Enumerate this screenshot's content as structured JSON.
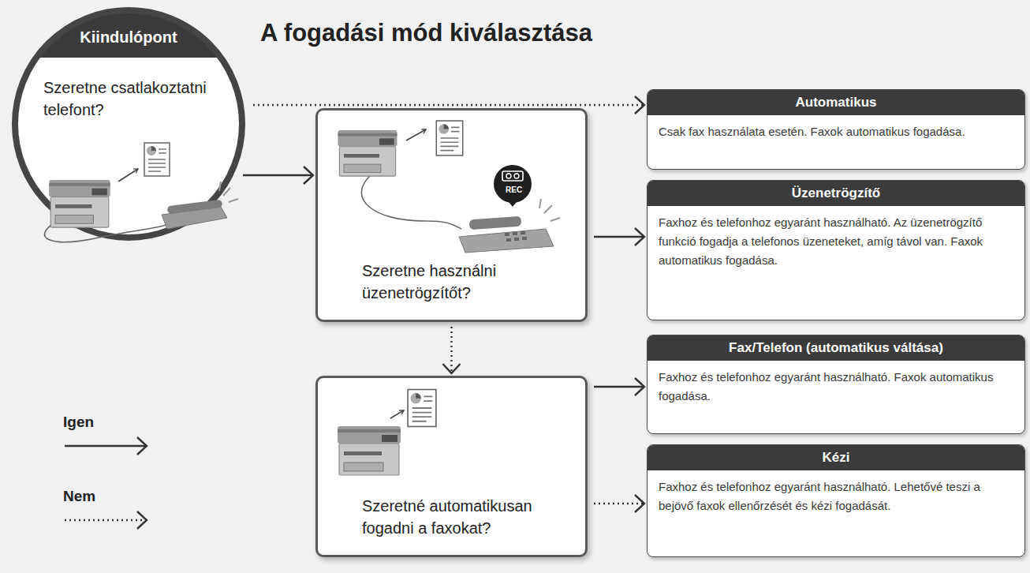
{
  "diagram": {
    "title": "A fogadási mód kiválasztása",
    "nodes": [
      {
        "text": [
          "Kiindulópont",
          "Szeretne csatlakoztatni telefont?"
        ]
      },
      {
        "text": [
          "Szeretne használni üzenetrögzítőt?"
        ]
      },
      {
        "text": [
          "Szeretné automatikusan fogadni a faxokat?"
        ]
      },
      {
        "text": [
          "Automatikus",
          "Csak fax használata esetén. Faxok automatikus fogadása."
        ]
      },
      {
        "text": [
          "Üzenetrögzítő",
          "Faxhoz és telefonhoz egyaránt használható. Az üzenetrögzítő funkció fogadja a telefonos üzeneteket, amíg távol van. Faxok automatikus fogadása."
        ]
      },
      {
        "text": [
          "Fax/Telefon (automatikus váltása)",
          "Faxhoz és telefonhoz egyaránt használható. Faxok automatikus fogadása."
        ]
      },
      {
        "text": [
          "Kézi",
          "Faxhoz és telefonhoz egyaránt használható. Lehetővé teszi a bejövő faxok ellenőrzését és kézi fogadását."
        ]
      }
    ],
    "edges": [
      {
        "from": 0,
        "to": 3,
        "arrow": "to"
      },
      {
        "from": 0,
        "to": 1,
        "arrow": "to"
      },
      {
        "from": 1,
        "to": 4,
        "arrow": "to"
      },
      {
        "from": 1,
        "to": 2,
        "arrow": "to"
      },
      {
        "from": 2,
        "to": 5,
        "arrow": "to"
      },
      {
        "from": 2,
        "to": 6,
        "arrow": "to"
      }
    ],
    "labels": [
      "REC"
    ],
    "legend": [
      {
        "text": "Igen"
      },
      {
        "text": "Nem"
      }
    ]
  }
}
